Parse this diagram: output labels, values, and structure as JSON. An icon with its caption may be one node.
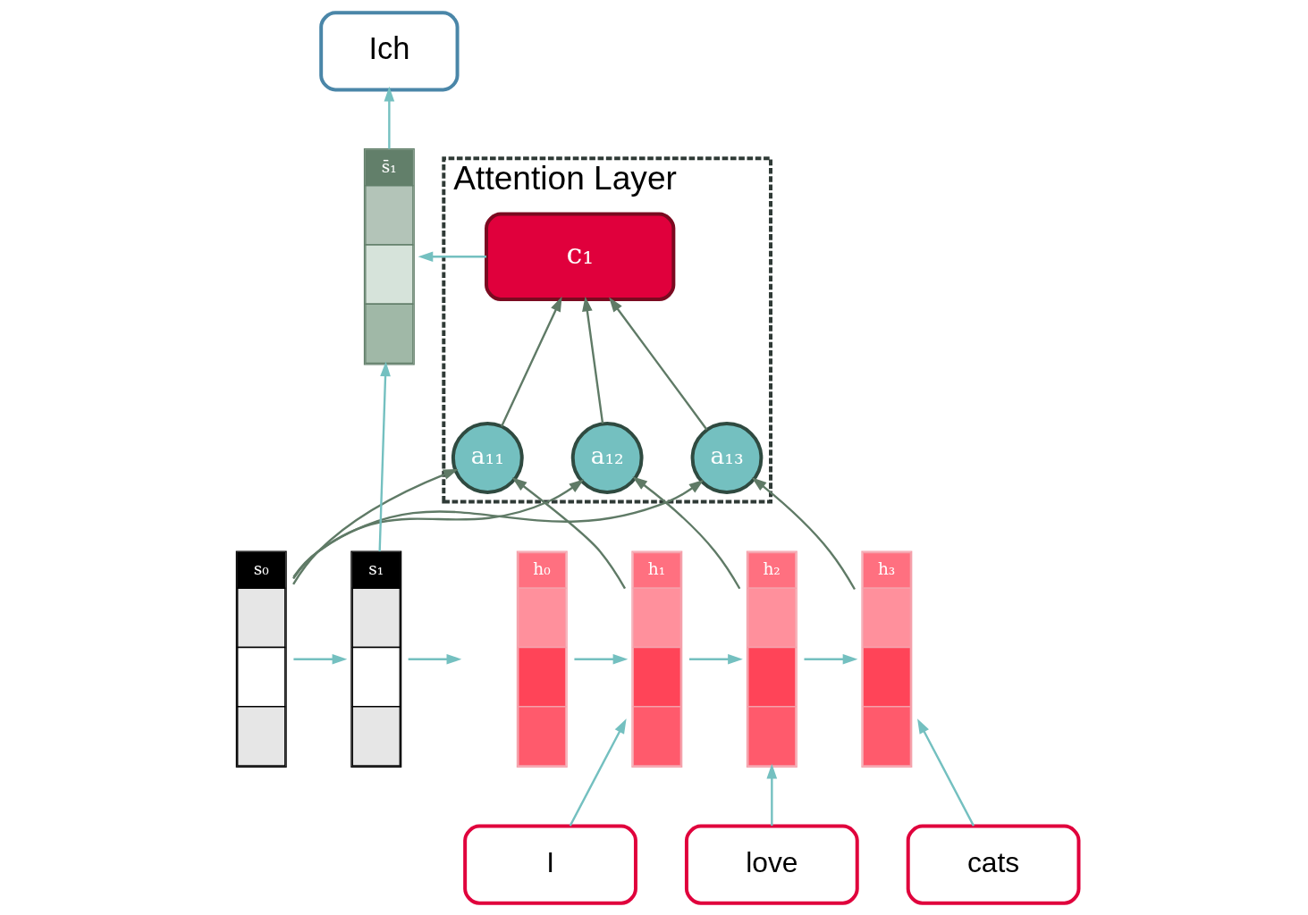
{
  "diagram": {
    "nodes": [
      {
        "text": [
          "Ich"
        ]
      },
      {
        "text": [
          "Attention Layer"
        ]
      },
      {
        "text": [
          "c₁"
        ],
        "in": 1
      },
      {
        "text": [
          "a₁₁"
        ],
        "in": 1
      },
      {
        "text": [
          "a₁₂"
        ],
        "in": 1
      },
      {
        "text": [
          "a₁₃"
        ],
        "in": 1
      },
      {
        "text": [
          "s̄₁"
        ]
      },
      {
        "text": [
          "h₀"
        ]
      },
      {
        "text": [
          "h₁"
        ]
      },
      {
        "text": [
          "h₂"
        ]
      },
      {
        "text": [
          "h₃"
        ]
      },
      {
        "text": [
          "s₀"
        ]
      },
      {
        "text": [
          "s₁"
        ]
      },
      {
        "text": [
          "I"
        ]
      },
      {
        "text": [
          "love"
        ]
      },
      {
        "text": [
          "cats"
        ]
      }
    ],
    "edges": [
      {
        "from": 7,
        "to": 8,
        "arrow": "to"
      },
      {
        "from": 8,
        "to": 9,
        "arrow": "to"
      },
      {
        "from": 9,
        "to": 10,
        "arrow": "to"
      },
      {
        "from": 13,
        "to": 8,
        "arrow": "to"
      },
      {
        "from": 14,
        "to": 9,
        "arrow": "to"
      },
      {
        "from": 15,
        "to": 10,
        "arrow": "to"
      },
      {
        "from": 8,
        "to": 3,
        "arrow": "to",
        "color": "#5f7a66"
      },
      {
        "from": 9,
        "to": 4,
        "arrow": "to",
        "color": "#5f7a66"
      },
      {
        "from": 10,
        "to": 5,
        "arrow": "to",
        "color": "#5f7a66"
      },
      {
        "from": 11,
        "to": 3,
        "arrow": "to",
        "color": "#5f7a66"
      },
      {
        "from": 11,
        "to": 4,
        "arrow": "to",
        "color": "#5f7a66"
      },
      {
        "from": 11,
        "to": 5,
        "arrow": "to",
        "color": "#5f7a66"
      },
      {
        "from": 3,
        "to": 2,
        "arrow": "to",
        "color": "#5f7a66"
      },
      {
        "from": 4,
        "to": 2,
        "arrow": "to",
        "color": "#5f7a66"
      },
      {
        "from": 5,
        "to": 2,
        "arrow": "to",
        "color": "#5f7a66"
      },
      {
        "from": 2,
        "to": 6,
        "arrow": "to"
      },
      {
        "from": 11,
        "to": 12,
        "arrow": "to"
      },
      {
        "from": 12,
        "to": 6,
        "arrow": "to"
      },
      {
        "from": 6,
        "to": 0,
        "arrow": "to"
      },
      {
        "from": 12,
        "to": null,
        "arrow": "to"
      }
    ]
  }
}
